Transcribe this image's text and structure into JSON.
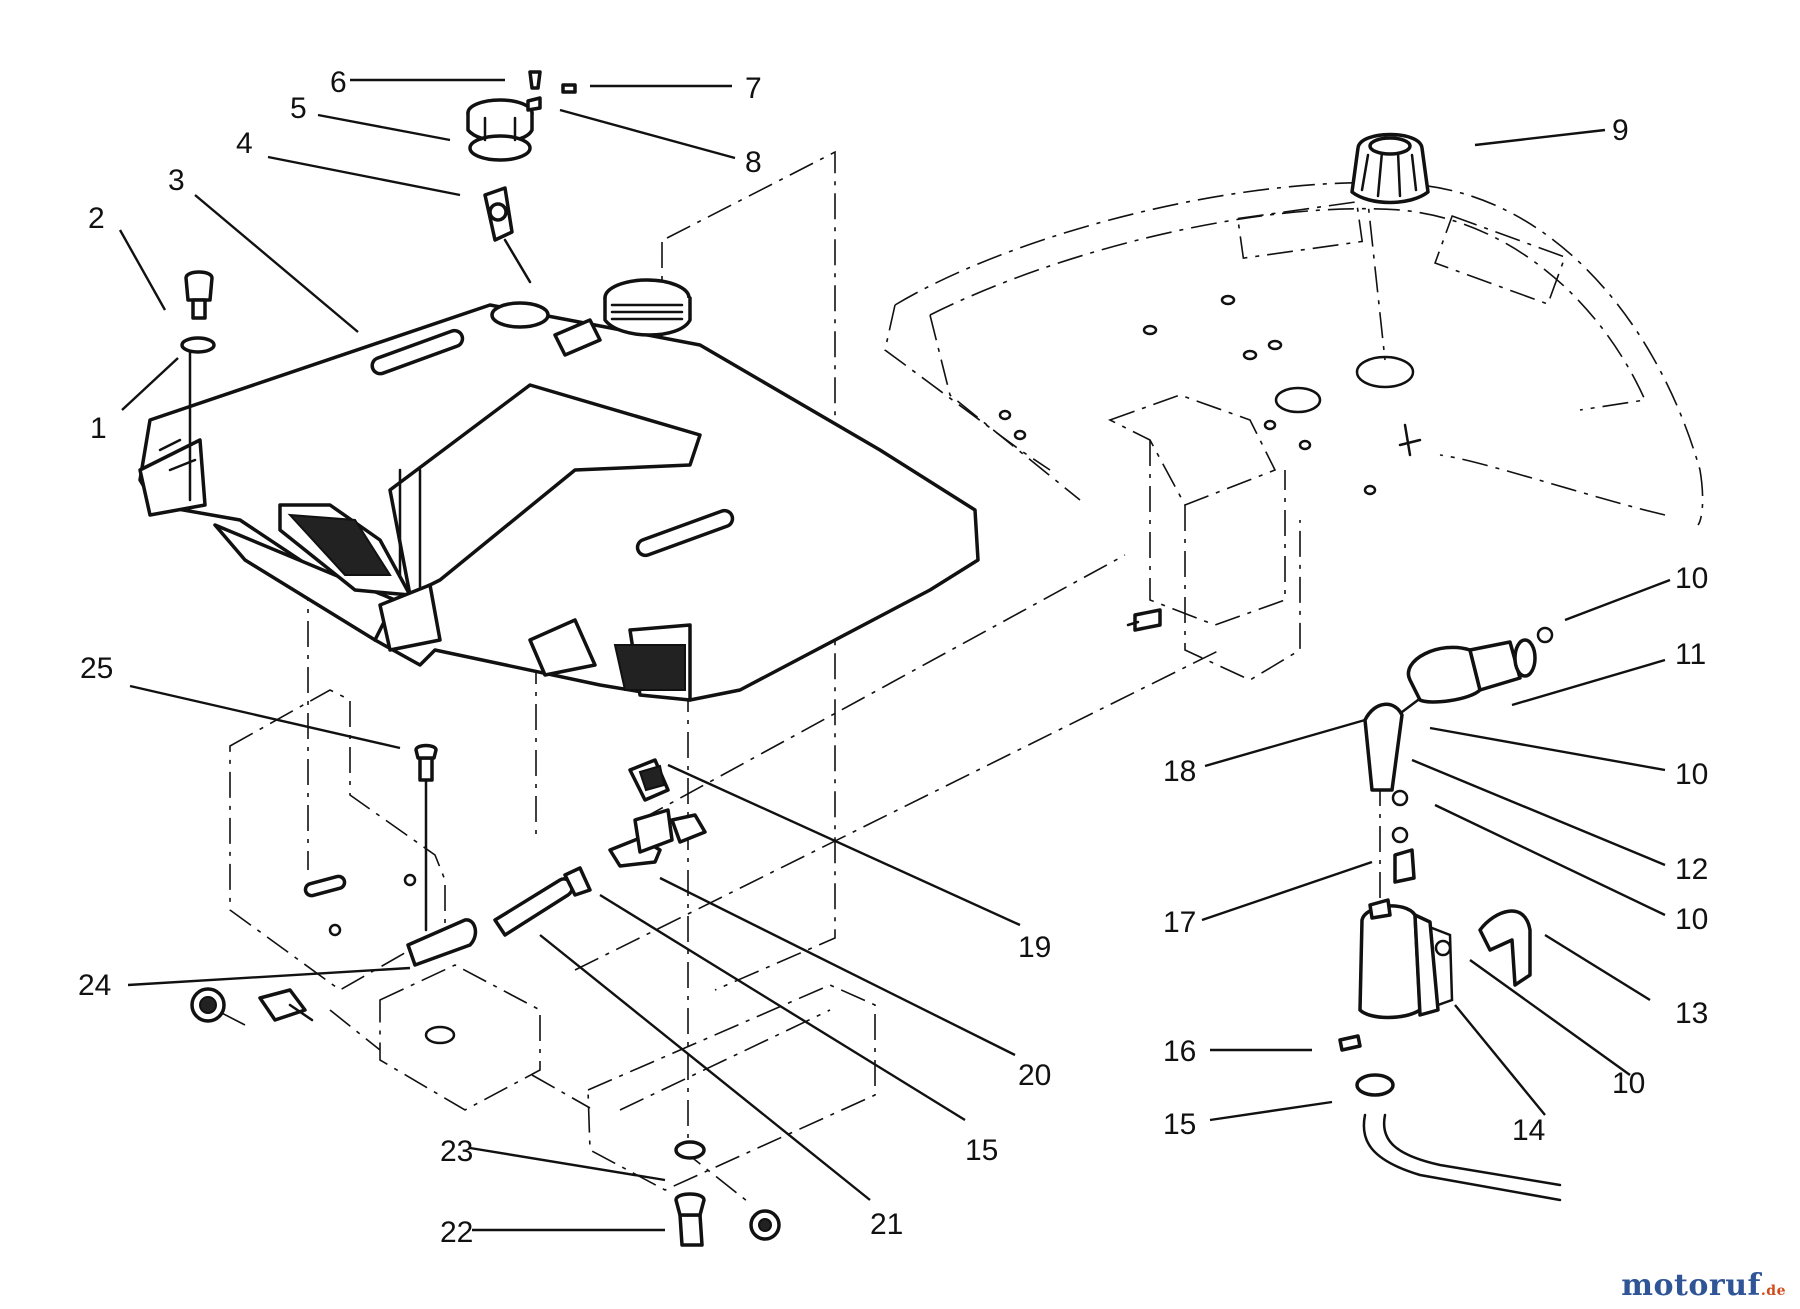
{
  "diagram": {
    "callouts": [
      {
        "label": "1"
      },
      {
        "label": "2"
      },
      {
        "label": "3"
      },
      {
        "label": "4"
      },
      {
        "label": "5"
      },
      {
        "label": "6"
      },
      {
        "label": "7"
      },
      {
        "label": "8"
      },
      {
        "label": "9"
      },
      {
        "label": "10"
      },
      {
        "label": "10"
      },
      {
        "label": "10"
      },
      {
        "label": "10"
      },
      {
        "label": "11"
      },
      {
        "label": "12"
      },
      {
        "label": "13"
      },
      {
        "label": "14"
      },
      {
        "label": "15"
      },
      {
        "label": "15"
      },
      {
        "label": "16"
      },
      {
        "label": "17"
      },
      {
        "label": "18"
      },
      {
        "label": "19"
      },
      {
        "label": "20"
      },
      {
        "label": "21"
      },
      {
        "label": "22"
      },
      {
        "label": "23"
      },
      {
        "label": "24"
      },
      {
        "label": "25"
      }
    ]
  },
  "watermark": {
    "main": "motoruf",
    "tld": ".de"
  }
}
